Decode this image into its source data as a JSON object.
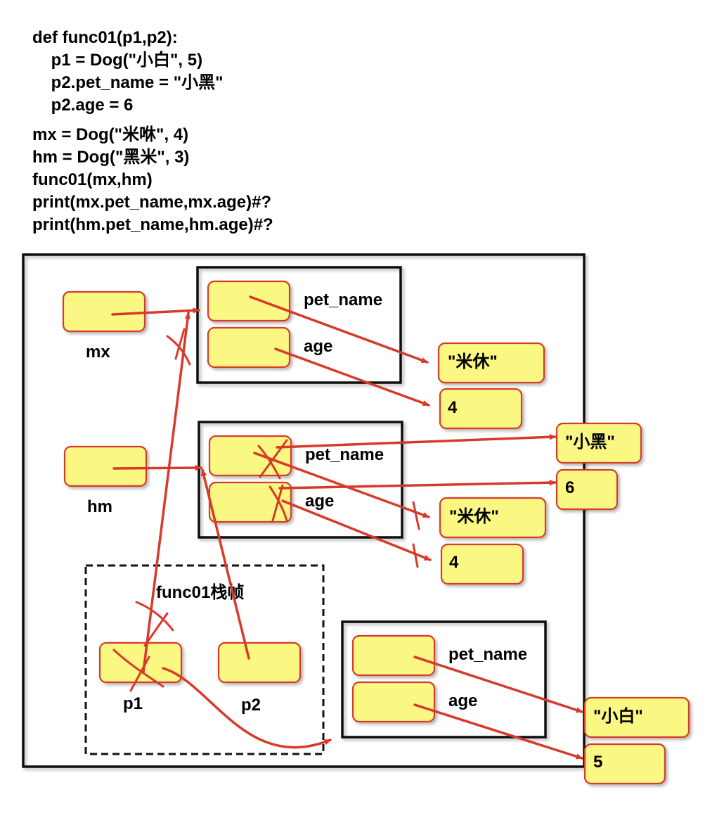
{
  "code": {
    "func_lines": [
      "def func01(p1,p2):",
      "    p1 = Dog(\"小白\", 5)",
      "    p2.pet_name = \"小黑\"",
      "    p2.age = 6"
    ],
    "main_lines": [
      "mx = Dog(\"米咻\", 4)",
      "hm = Dog(\"黑米\", 3)",
      "func01(mx,hm)",
      "print(mx.pet_name,mx.age)#?",
      "print(hm.pet_name,hm.age)#?"
    ]
  },
  "diagram": {
    "vars": {
      "mx": "mx",
      "hm": "hm",
      "p1": "p1",
      "p2": "p2"
    },
    "frame_title": "func01栈帧",
    "attr_labels": {
      "pet_name": "pet_name",
      "age": "age"
    },
    "values": {
      "mx_name": "\"米休\"",
      "mx_age": "4",
      "hm_new_name": "\"小黑\"",
      "hm_new_age": "6",
      "hm_old_name": "\"米休\"",
      "hm_old_age": "4",
      "new_name": "\"小白\"",
      "new_age": "5"
    }
  },
  "colors": {
    "cell_fill": "#fbf783",
    "cell_border": "#d83a2a",
    "arrow": "#d83a2a",
    "box": "#111111"
  }
}
